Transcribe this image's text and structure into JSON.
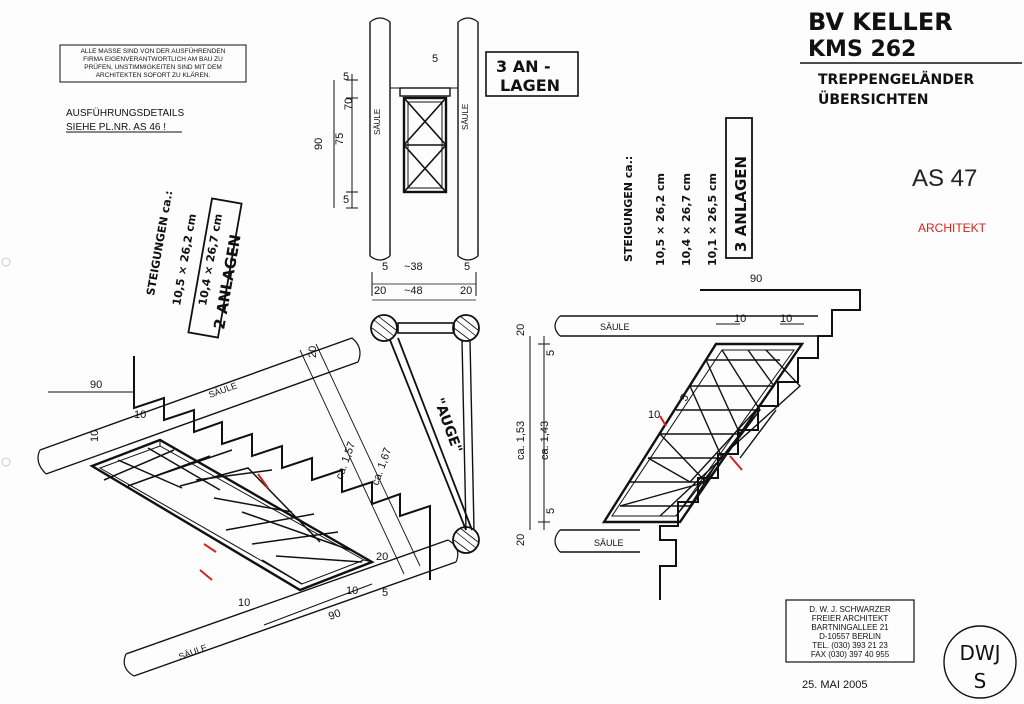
{
  "project": {
    "line1": "BV KELLER",
    "line2": "KMS 262",
    "subject1": "TREPPENGELÄNDER",
    "subject2": "ÜBERSICHTEN"
  },
  "drawing_number": "AS 47",
  "stamp_label": "ARCHITEKT",
  "notice": {
    "line1": "ALLE MASSE SIND VON DER AUSFÜHRENDEN",
    "line2": "FIRMA EIGENVERANTWORTLICH AM BAU ZU",
    "line3": "PRÜFEN, UNSTIMMIGKEITEN SIND MIT DEM",
    "line4": "ARCHITEKTEN SOFORT ZU KLÄREN."
  },
  "details_note": {
    "line1": "AUSFÜHRUNGSDETAILS",
    "line2": "SIEHE PL.NR. AS 46 !"
  },
  "labels": {
    "three_an": "3 AN -",
    "lagen": "LAGEN",
    "two_anlagen": "2 ANLAGEN",
    "three_anlagen": "3 ANLAGEN",
    "auge": "\"AUGE\"",
    "saeule": "SÄULE"
  },
  "steigungen_left": {
    "title": "STEIGUNGEN ca.:",
    "row1": "10,5 × 26,2 cm",
    "row2": "10,4 × 26,7 cm"
  },
  "steigungen_right": {
    "title": "STEIGUNGEN ca.:",
    "row1": "10,5 × 26,2 cm",
    "row2": "10,4 × 26,7 cm",
    "row3": "10,1 × 26,5 cm"
  },
  "dims": {
    "d5": "5",
    "d10": "10",
    "d20": "20",
    "d90": "90",
    "d38": "~38",
    "d48": "~48",
    "d70": "70",
    "d75": "75",
    "left_h1": "ca. 1,57",
    "left_h2": "ca. 1,67",
    "right_h1": "ca. 1,53",
    "right_h2": "ca. 1,43"
  },
  "architect": {
    "line1": "D. W. J. SCHWARZER",
    "line2": "FREIER ARCHITEKT",
    "line3": "BARTNINGALLEE 21",
    "line4": "D-10557 BERLIN",
    "line5": "TEL. (030) 393 21 23",
    "line6": "FAX (030) 397 40 955"
  },
  "date": "25. MAI 2005",
  "initials": {
    "top": "DWJ",
    "bottom": "S"
  }
}
